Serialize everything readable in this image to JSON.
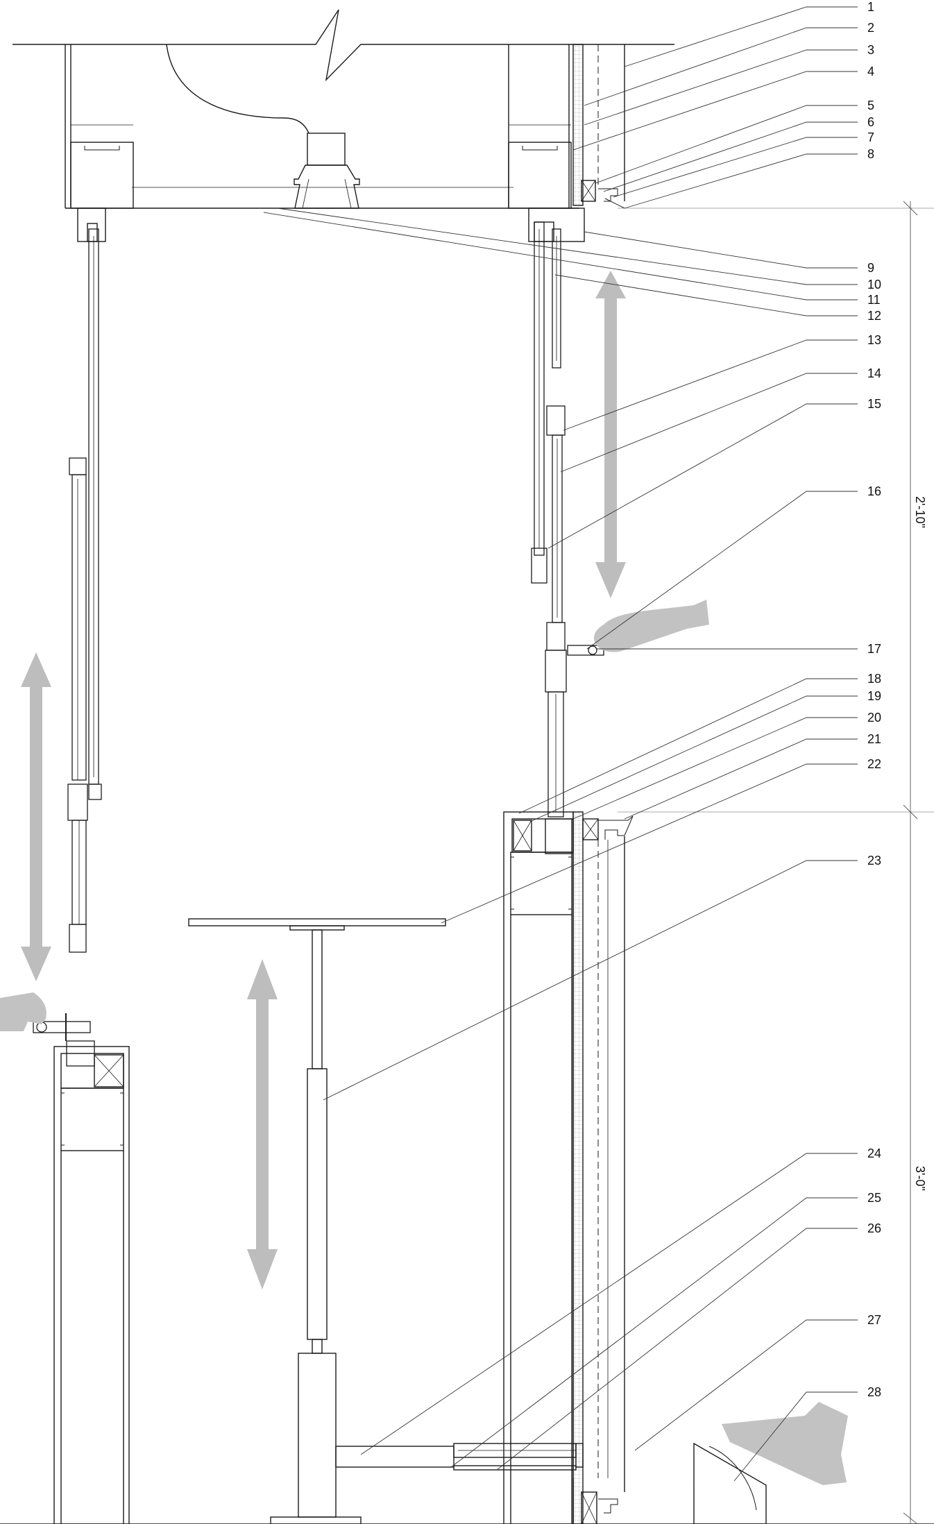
{
  "callouts": [
    {
      "id": "1",
      "label": "1"
    },
    {
      "id": "2",
      "label": "2"
    },
    {
      "id": "3",
      "label": "3"
    },
    {
      "id": "4",
      "label": "4"
    },
    {
      "id": "5",
      "label": "5"
    },
    {
      "id": "6",
      "label": "6"
    },
    {
      "id": "7",
      "label": "7"
    },
    {
      "id": "8",
      "label": "8"
    },
    {
      "id": "9",
      "label": "9"
    },
    {
      "id": "10",
      "label": "10"
    },
    {
      "id": "11",
      "label": "11"
    },
    {
      "id": "12",
      "label": "12"
    },
    {
      "id": "13",
      "label": "13"
    },
    {
      "id": "14",
      "label": "14"
    },
    {
      "id": "15",
      "label": "15"
    },
    {
      "id": "16",
      "label": "16"
    },
    {
      "id": "17",
      "label": "17"
    },
    {
      "id": "18",
      "label": "18"
    },
    {
      "id": "19",
      "label": "19"
    },
    {
      "id": "20",
      "label": "20"
    },
    {
      "id": "21",
      "label": "21"
    },
    {
      "id": "22",
      "label": "22"
    },
    {
      "id": "23",
      "label": "23"
    },
    {
      "id": "24",
      "label": "24"
    },
    {
      "id": "25",
      "label": "25"
    },
    {
      "id": "26",
      "label": "26"
    },
    {
      "id": "27",
      "label": "27"
    },
    {
      "id": "28",
      "label": "28"
    }
  ],
  "dimensions": {
    "upper": "2'-10\"",
    "lower": "3'-0\""
  },
  "colors": {
    "line": "#1a1a1a",
    "leader": "#333333",
    "arrow": "#bdbdbd",
    "hand": "#c2c2c2",
    "hatch": "#9a9a9a"
  }
}
